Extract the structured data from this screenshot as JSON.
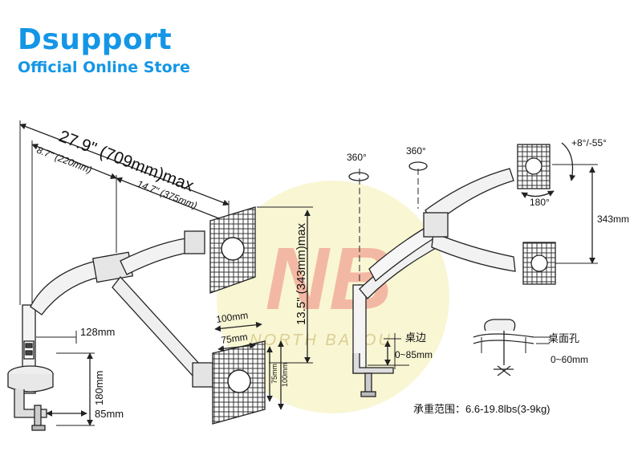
{
  "brand": {
    "name": "Dsupport",
    "tagline": "Official Online Store",
    "color": "#1496e6"
  },
  "watermark": {
    "logo_text": "NB",
    "subtitle": "NORTH BAYOU",
    "bg_color": "#f7f3c6",
    "logo_color": "#e8474a"
  },
  "left_diagram": {
    "total_reach": "27.9\" (709mm)max",
    "inner_reach": "8.7\" (220mm)",
    "outer_reach": "14.7\" (375mm)",
    "height_range": "13.5\" (343mm)max",
    "dim_100_top": "100mm",
    "dim_75_top": "75mm",
    "dim_75_side": "75mm",
    "dim_100_side": "100mm",
    "pole_width": "128mm",
    "base_height": "180mm",
    "clamp_depth": "85mm"
  },
  "right_diagram": {
    "pole_rotation": "360°",
    "arm_rotation": "360°",
    "tilt": "+8°/-55°",
    "rotation_180": "180°",
    "height_343": "343mm",
    "desk_edge_label": "桌边",
    "desk_edge_range": "0~85mm",
    "grommet_label": "桌面孔",
    "grommet_range": "0~60mm",
    "load_capacity": "承重范围：6.6-19.8lbs(3-9kg)"
  }
}
